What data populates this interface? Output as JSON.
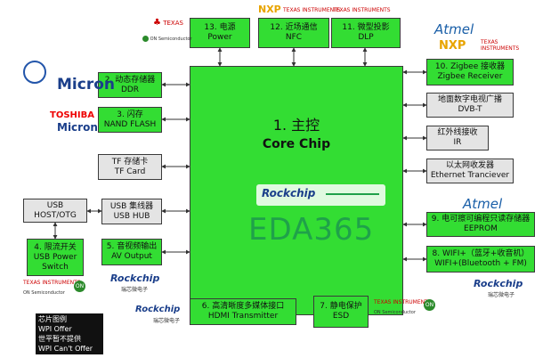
{
  "core": {
    "title_cn": "1. 主控",
    "title_en": "Core Chip"
  },
  "blocks": {
    "power": {
      "cn": "13. 电源",
      "en": "Power"
    },
    "nfc": {
      "cn": "12. 近场通信",
      "en": "NFC"
    },
    "dlp": {
      "cn": "11. 微型投影",
      "en": "DLP"
    },
    "zigbee": {
      "cn": "10. Zigbee 接收器",
      "en": "Zigbee Receiver"
    },
    "ddr": {
      "cn": "2. 动态存储器",
      "en": "DDR"
    },
    "nand": {
      "cn": "3. 闪存",
      "en": "NAND FLASH"
    },
    "tfcard": {
      "cn": "TF 存储卡",
      "en": "TF Card"
    },
    "usbhub": {
      "cn": "USB 集线器",
      "en": "USB HUB"
    },
    "usbhost": {
      "cn": "USB",
      "en": "HOST/OTG"
    },
    "av": {
      "cn": "5. 音视频输出",
      "en": "AV Output"
    },
    "usbpower": {
      "cn": "4. 限流开关",
      "en": "USB Power",
      "en2": "Switch"
    },
    "dvbt": {
      "cn": "地面数字电视广播",
      "en": "DVB-T"
    },
    "ir": {
      "cn": "红外线接收",
      "en": "IR"
    },
    "ethernet": {
      "cn": "以太网收发器",
      "en": "Ethernet Tranciever"
    },
    "eeprom": {
      "cn": "9. 电可擦可编程只读存储器",
      "en": "EEPROM"
    },
    "wifi": {
      "cn": "8. WIFI+（蓝牙+收音机）",
      "en": "WIFI+(Bluetooth + FM)"
    },
    "hdmi": {
      "cn": "6. 高清晰度多媒体接口",
      "en": "HDMI  Transmitter"
    },
    "esd": {
      "cn": "7. 静电保护",
      "en": "ESD"
    }
  },
  "logos": {
    "ti": "TEXAS INSTRUMENTS",
    "ti_short": "TEXAS",
    "ti_sub": "INSTRUMENTS",
    "on_semi": "ON Semiconductor",
    "nxp": "NXP",
    "atmel": "Atmel",
    "micron": "Micron",
    "toshiba": "TOSHIBA",
    "rockchip": "Rockchip",
    "rockchip_cn": "瑞芯微电子",
    "on_badge": "ON"
  },
  "legend": {
    "line1": "芯片图例",
    "line2": "WPI Offer",
    "line3": "世平暂不提供",
    "line4": "WPI Can't Offer"
  },
  "watermark": "EDA365",
  "colors": {
    "module_green": "#33dd33",
    "module_grey": "#e4e4e4",
    "watermark_green": "#1fa14a"
  }
}
